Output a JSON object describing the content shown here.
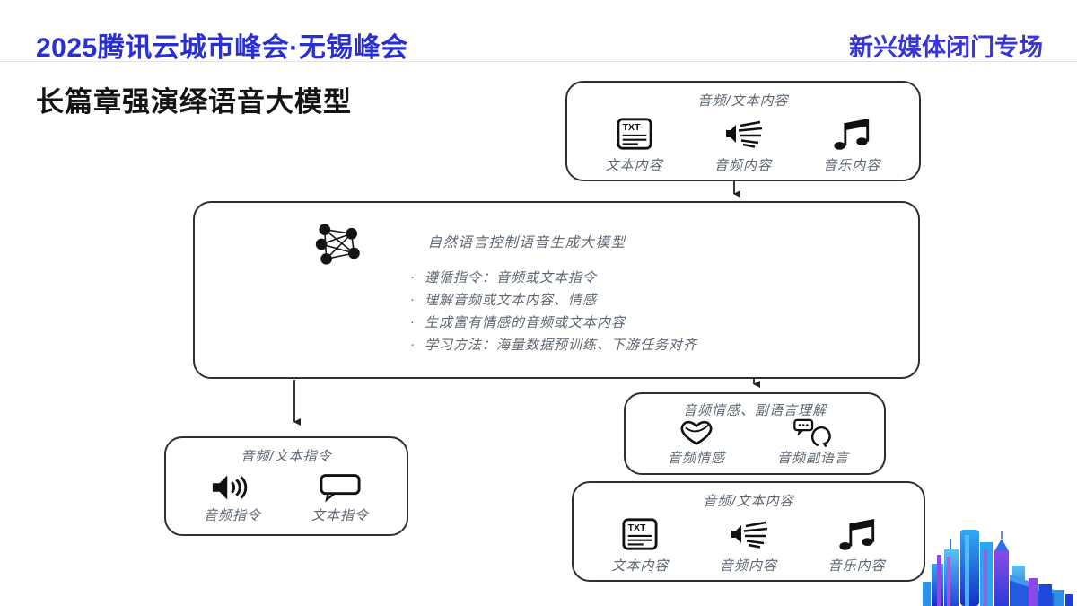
{
  "header": {
    "left_title": "2025腾讯云城市峰会·无锡峰会",
    "right_title": "新兴媒体闭门专场"
  },
  "slide_title": "长篇章强演绎语音大模型",
  "colors": {
    "header_blue": "#2a30d0",
    "label_gray": "#5c6672",
    "box_border": "#2f2f2f",
    "skyline_blue": "#1d49d8"
  },
  "icons": {
    "text_badge": "TXT",
    "bullet": "·"
  },
  "diagram": {
    "top_content_box": {
      "title": "音频/文本内容",
      "items": [
        {
          "icon": "text-document-icon",
          "label": "文本内容"
        },
        {
          "icon": "audio-waveform-icon",
          "label": "音频内容"
        },
        {
          "icon": "music-notes-icon",
          "label": "音乐内容"
        }
      ]
    },
    "model_box": {
      "icon": "neural-network-icon",
      "title": "自然语言控制语音生成大模型",
      "bullets": [
        "遵循指令：音频或文本指令",
        "理解音频或文本内容、情感",
        "生成富有情感的音频或文本内容",
        "学习方法：海量数据预训练、下游任务对齐"
      ]
    },
    "instruction_box": {
      "title": "音频/文本指令",
      "items": [
        {
          "icon": "volume-icon",
          "label": "音频指令"
        },
        {
          "icon": "speech-bubble-icon",
          "label": "文本指令"
        }
      ]
    },
    "emotion_box": {
      "title": "音频情感、副语言理解",
      "items": [
        {
          "icon": "heart-icon",
          "label": "音频情感"
        },
        {
          "icon": "head-speech-icon",
          "label": "音频副语言"
        }
      ]
    },
    "bottom_content_box": {
      "title": "音频/文本内容",
      "items": [
        {
          "icon": "text-document-icon",
          "label": "文本内容"
        },
        {
          "icon": "audio-waveform-icon",
          "label": "音频内容"
        },
        {
          "icon": "music-notes-icon",
          "label": "音乐内容"
        }
      ]
    }
  }
}
